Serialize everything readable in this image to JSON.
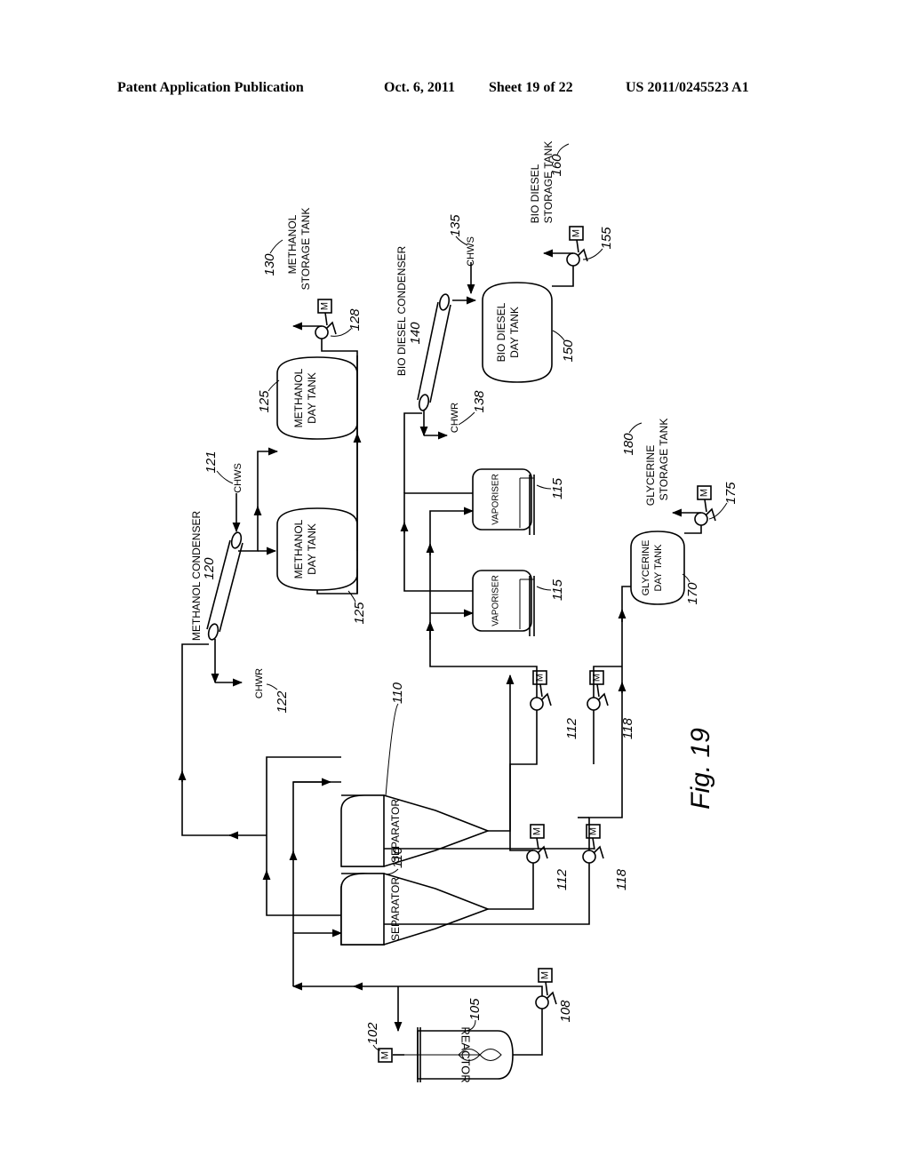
{
  "header": {
    "publication": "Patent Application Publication",
    "date": "Oct. 6, 2011",
    "sheet": "Sheet 19 of 22",
    "number": "US 2011/0245523 A1"
  },
  "figure_label": "Fig. 19",
  "equipment": {
    "reactor": "REACTOR",
    "separator": "SEPARATOR",
    "vaporiser": "VAPORISER",
    "methanol_condenser": "METHANOL CONDENSER",
    "biodiesel_condenser": "BIO DIESEL CONDENSER",
    "methanol_day_tank": [
      "METHANOL",
      "DAY TANK"
    ],
    "biodiesel_day_tank": [
      "BIO DIESEL",
      "DAY TANK"
    ],
    "glycerine_day_tank": [
      "GLYCERINE",
      "DAY TANK"
    ],
    "methanol_storage": [
      "METHANOL",
      "STORAGE TANK"
    ],
    "biodiesel_storage": [
      "BIO DIESEL",
      "STORAGE TANK"
    ],
    "glycerine_storage": [
      "GLYCERINE",
      "STORAGE TANK"
    ],
    "motor": "M",
    "chws": "CHWS",
    "chwr": "CHWR"
  },
  "refs": {
    "r102": "102",
    "r105": "105",
    "r108": "108",
    "r110": "110",
    "r112": "112",
    "r118": "118",
    "r115": "115",
    "r120": "120",
    "r121": "121",
    "r122": "122",
    "r125": "125",
    "r128": "128",
    "r130": "130",
    "r135": "135",
    "r138": "138",
    "r140": "140",
    "r150": "150",
    "r155": "155",
    "r160": "160",
    "r170": "170",
    "r175": "175",
    "r180": "180"
  }
}
